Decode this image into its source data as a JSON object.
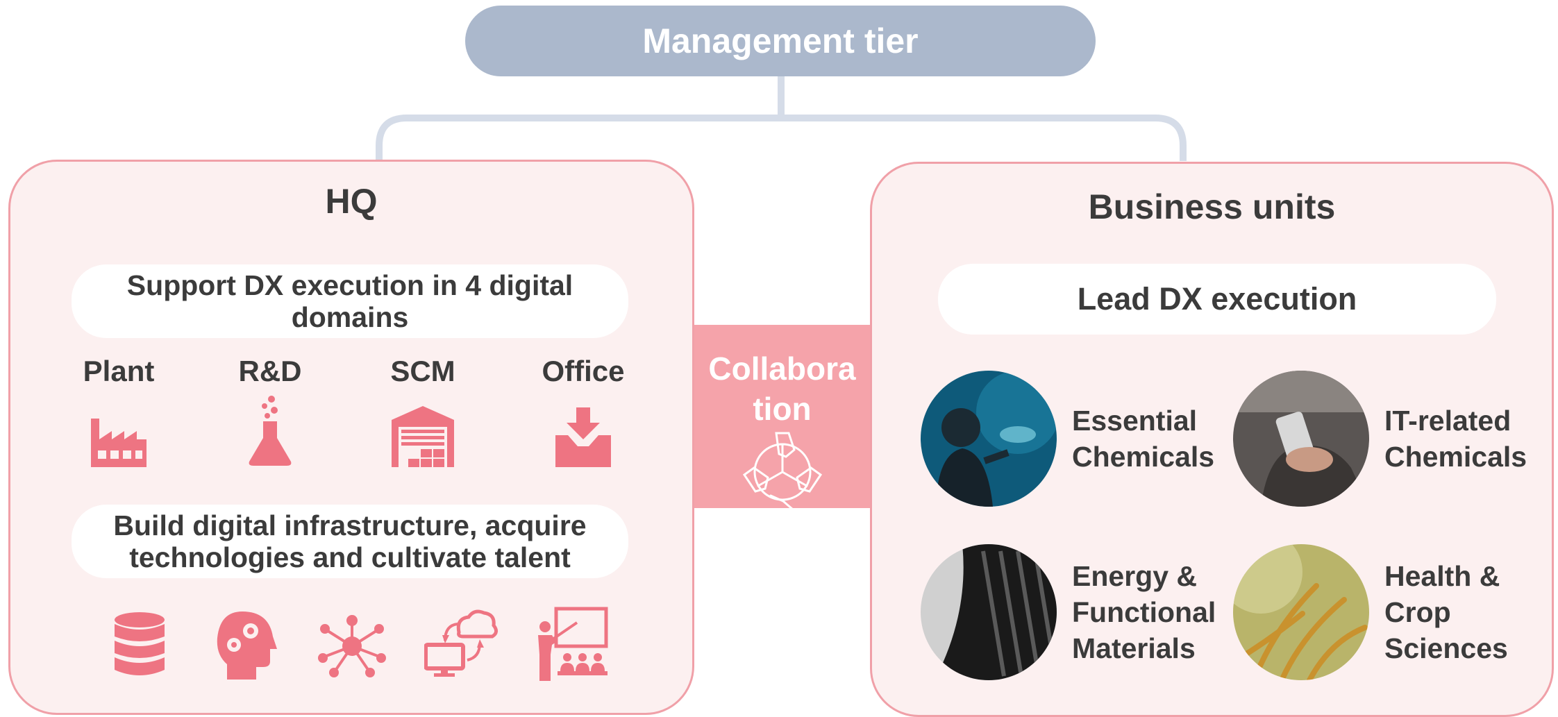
{
  "management_tier": {
    "label": "Management tier"
  },
  "hq": {
    "title": "HQ",
    "support_pill": "Support DX execution in 4 digital domains",
    "domains": [
      {
        "label": "Plant",
        "icon": "factory-icon"
      },
      {
        "label": "R&D",
        "icon": "flask-icon"
      },
      {
        "label": "SCM",
        "icon": "warehouse-icon"
      },
      {
        "label": "Office",
        "icon": "inbox-download-icon"
      }
    ],
    "infra_pill": "Build digital infrastructure, acquire technologies and cultivate talent",
    "infra_icons": [
      "database-icon",
      "ai-head-gears-icon",
      "network-hub-icon",
      "cloud-sync-computer-icon",
      "training-presentation-icon"
    ]
  },
  "collaboration": {
    "label": "Collabora tion",
    "icon": "joined-hands-icon"
  },
  "business_units": {
    "title": "Business units",
    "lead_pill": "Lead DX execution",
    "units": [
      {
        "label": "Essential Chemicals",
        "photo": "child-at-aquarium-photo"
      },
      {
        "label": "IT-related Chemicals",
        "photo": "hands-holding-smartphone-photo"
      },
      {
        "label": "Energy & Functional Materials",
        "photo": "tire-tread-photo"
      },
      {
        "label": "Health & Crop Sciences",
        "photo": "rice-ears-photo"
      }
    ]
  },
  "colors": {
    "management_fill": "#abb8cc",
    "connector": "#d5dce8",
    "panel_fill": "#fcf0f0",
    "panel_border": "#f0a0a8",
    "icon_pink": "#ee7482",
    "collaboration_fill": "#f5a3aa",
    "text": "#3b3b3b"
  }
}
